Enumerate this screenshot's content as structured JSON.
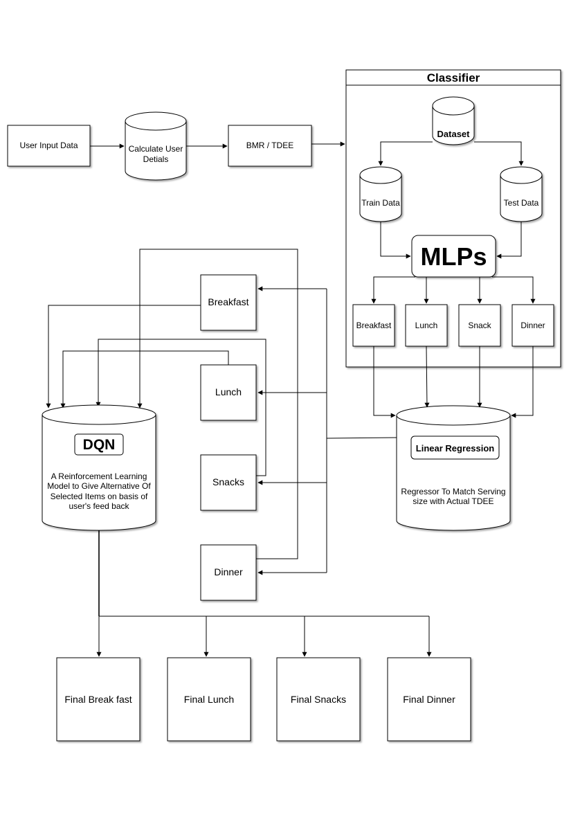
{
  "pipeline": {
    "user_input": "User Input Data",
    "calculate_line1": "Calculate User",
    "calculate_line2": "Detials",
    "bmr_tdee": "BMR / TDEE"
  },
  "classifier": {
    "title": "Classifier",
    "dataset": "Dataset",
    "train_data": "Train Data",
    "test_data": "Test Data",
    "mlps": "MLPs",
    "outputs": [
      "Breakfast",
      "Lunch",
      "Snack",
      "Dinner"
    ]
  },
  "regression": {
    "title": "Linear Regression",
    "desc_line1": "Regressor To Match Serving",
    "desc_line2": "size with Actual TDEE"
  },
  "meals": [
    "Breakfast",
    "Lunch",
    "Snacks",
    "Dinner"
  ],
  "dqn": {
    "title": "DQN",
    "desc_lines": [
      "A Reinforcement Learning",
      "Model to Give Alternative Of",
      "Selected Items on basis of",
      "user's feed back"
    ]
  },
  "finals": [
    "Final Break fast",
    "Final Lunch",
    "Final Snacks",
    "Final Dinner"
  ]
}
